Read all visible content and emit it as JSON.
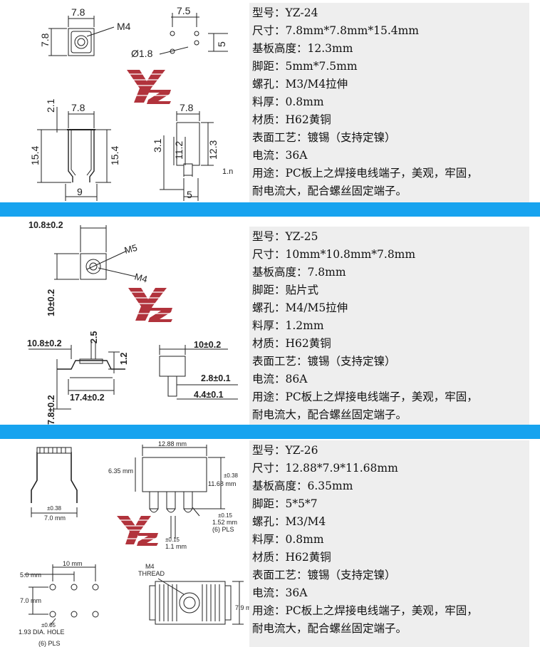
{
  "logo": {
    "text": "Yz",
    "color": "#b1333c"
  },
  "products": [
    {
      "lines": [
        "型号：YZ-24",
        "尺寸：7.8mm*7.8mm*15.4mm",
        "基板高度：12.3mm",
        "脚距：5mm*7.5mm",
        "螺孔：M3/M4拉伸",
        "料厚：0.8mm",
        "材质：H62黄铜",
        "表面工艺：镀锡（支持定镍）",
        "电流：36A",
        "用途：PC板上之焊接电线端子，美观，牢固，",
        "耐电流大，配合螺丝固定端子。"
      ],
      "dims": {
        "w_top": "7.8",
        "h_left": "7.8",
        "thread": "M4",
        "pitch": "7.5",
        "pitch_side": "5",
        "hole": "Ø1.8",
        "t": "2.1",
        "w_front": "7.8",
        "h1": "15.4",
        "h2": "15.4",
        "base": "9",
        "w_side": "7.8",
        "s1": "3.1",
        "s2": "11.2",
        "s3": "12.3",
        "s4": "1.n",
        "foot": "5"
      }
    },
    {
      "lines": [
        "型号：YZ-25",
        "尺寸：10mm*10.8mm*7.8mm",
        "基板高度：7.8mm",
        "脚距：贴片式",
        "螺孔：M4/M5拉伸",
        "料厚：1.2mm",
        "材质：H62黄铜",
        "表面工艺：镀锡（支持定镍）",
        "电流：86A",
        "用途：PC板上之焊接电线端子，美观，牢固，",
        "耐电流大，配合螺丝固定端子。"
      ],
      "dims": {
        "top_w": "10.8±0.2",
        "m5": "M5",
        "m4": "M4",
        "top_h": "10±0.2",
        "f_w": "10.8±0.2",
        "f_t": "2.5",
        "f_h": "1.2",
        "f_base": "17.4±0.2",
        "f_total": "7.8±0.2",
        "s_w": "10±0.2",
        "s_a": "2.8±0.1",
        "s_b": "4.4±0.1"
      }
    },
    {
      "lines": [
        "型号：YZ-26",
        "尺寸：12.88*7.9*11.68mm",
        "基板高度：6.35mm",
        "脚距：5*5*7",
        "螺孔：M3/M4",
        "料厚：0.8mm",
        "材质：H62黄铜",
        "表面工艺：镀锡（支持定镍）",
        "电流：36A",
        "用途：PC板上之焊接电线端子，美观，牢固，",
        "耐电流大，配合螺丝固定端子。"
      ],
      "dims": {
        "tol1": "±0.38",
        "w1": "7.0 mm",
        "top": "12.88 mm",
        "h635": "6.35 mm",
        "tol2": "±0.38",
        "h1168": "11.68 mm",
        "tol3": "±0.15",
        "p152": "1.52 mm",
        "pls1": "(6) PLS",
        "tol4": "±0.15",
        "p11": "1.1 mm",
        "w10": "10 mm",
        "w5": "5.0 mm",
        "w7": "7.0 mm",
        "tol5": "±0.05",
        "hole": "1.93 DIA. HOLE",
        "pls2": "(6) PLS",
        "m4": "M4",
        "thread": "THREAD",
        "h79": "7.9 m"
      }
    }
  ]
}
